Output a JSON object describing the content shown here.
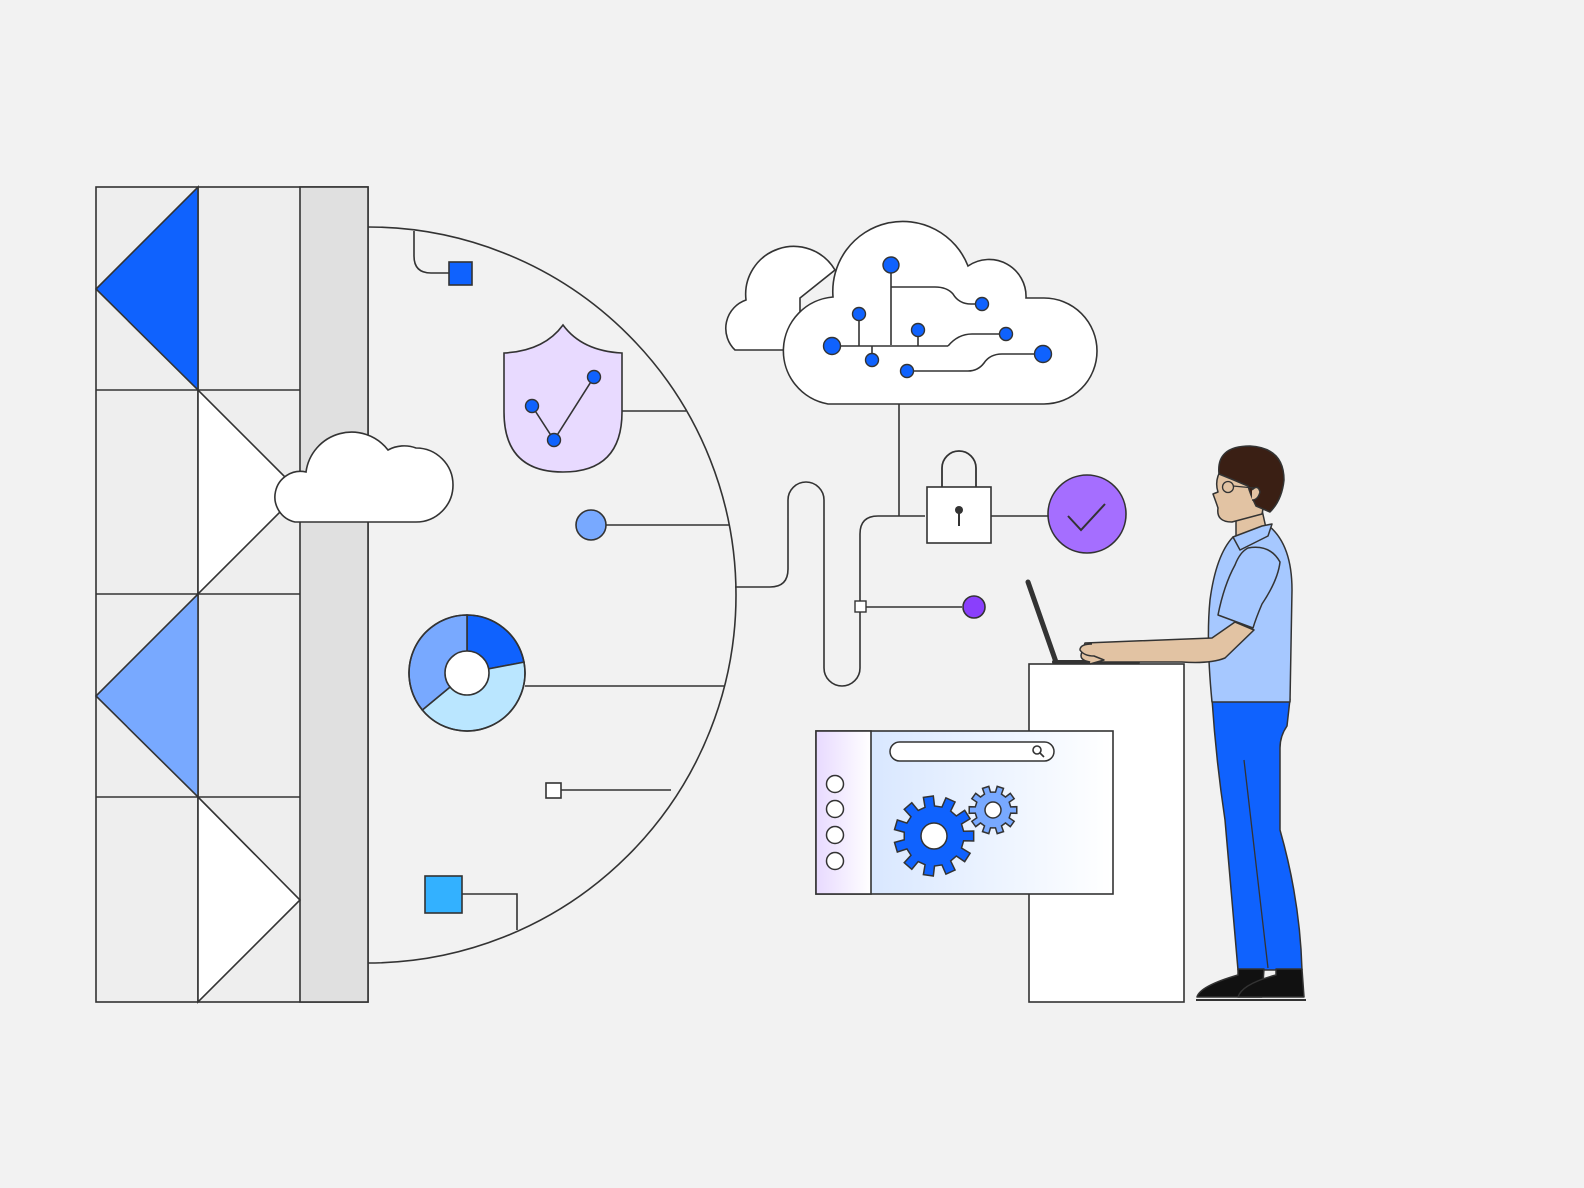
{
  "colors": {
    "background": "#f2f2f2",
    "line": "#333333",
    "blue_primary": "#0f62fe",
    "blue_medium": "#78a9ff",
    "blue_light": "#bae6ff",
    "cyan": "#33b1ff",
    "purple_light": "#e8daff",
    "purple": "#a56eff",
    "purple_dark": "#8a3ffc",
    "grey_panel": "#e0e0e0",
    "white": "#ffffff",
    "skin": "#e2c3a3",
    "shirt": "#a6c8ff",
    "pants": "#0f62fe",
    "hair": "#3a1f14"
  },
  "icons": {
    "shield": "shield-network-icon",
    "donut": "donut-chart-icon",
    "cloud_network": "cloud-network-icon",
    "cloud_small": "cloud-icon",
    "lock": "padlock-icon",
    "check": "checkmark-circle-icon",
    "gear_large": "gear-icon",
    "gear_small": "gear-icon",
    "search": "search-icon",
    "laptop": "laptop-icon"
  },
  "donut_chart": {
    "segments": [
      {
        "share": 0.22,
        "color": "#0f62fe"
      },
      {
        "share": 0.42,
        "color": "#bae6ff"
      },
      {
        "share": 0.36,
        "color": "#78a9ff"
      }
    ]
  },
  "app_window": {
    "search_placeholder": "",
    "sidebar_items": 4
  }
}
